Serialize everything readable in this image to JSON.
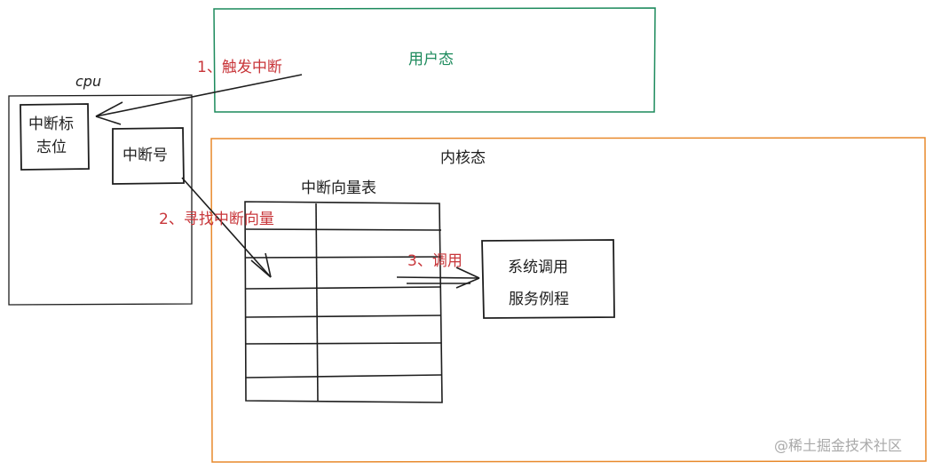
{
  "diagram": {
    "user_mode_label": "用户态",
    "kernel_mode_label": "内核态",
    "cpu_label": "cpu",
    "interrupt_flag_label_line1": "中断标",
    "interrupt_flag_label_line2": "志位",
    "interrupt_number_label": "中断号",
    "vector_table_label": "中断向量表",
    "syscall_routine_line1": "系统调用",
    "syscall_routine_line2": "服务例程",
    "step1_label": "1、触发中断",
    "step2_label": "2、寻找中断向量",
    "step3_label": "3、调用",
    "watermark": "@稀土掘金技术社区"
  },
  "colors": {
    "stroke": "#1e1e1e",
    "annotation": "#c8363a",
    "user_mode": "#1c8a5c",
    "kernel_mode": "#e8892b",
    "watermark": "#a9a9a9"
  }
}
